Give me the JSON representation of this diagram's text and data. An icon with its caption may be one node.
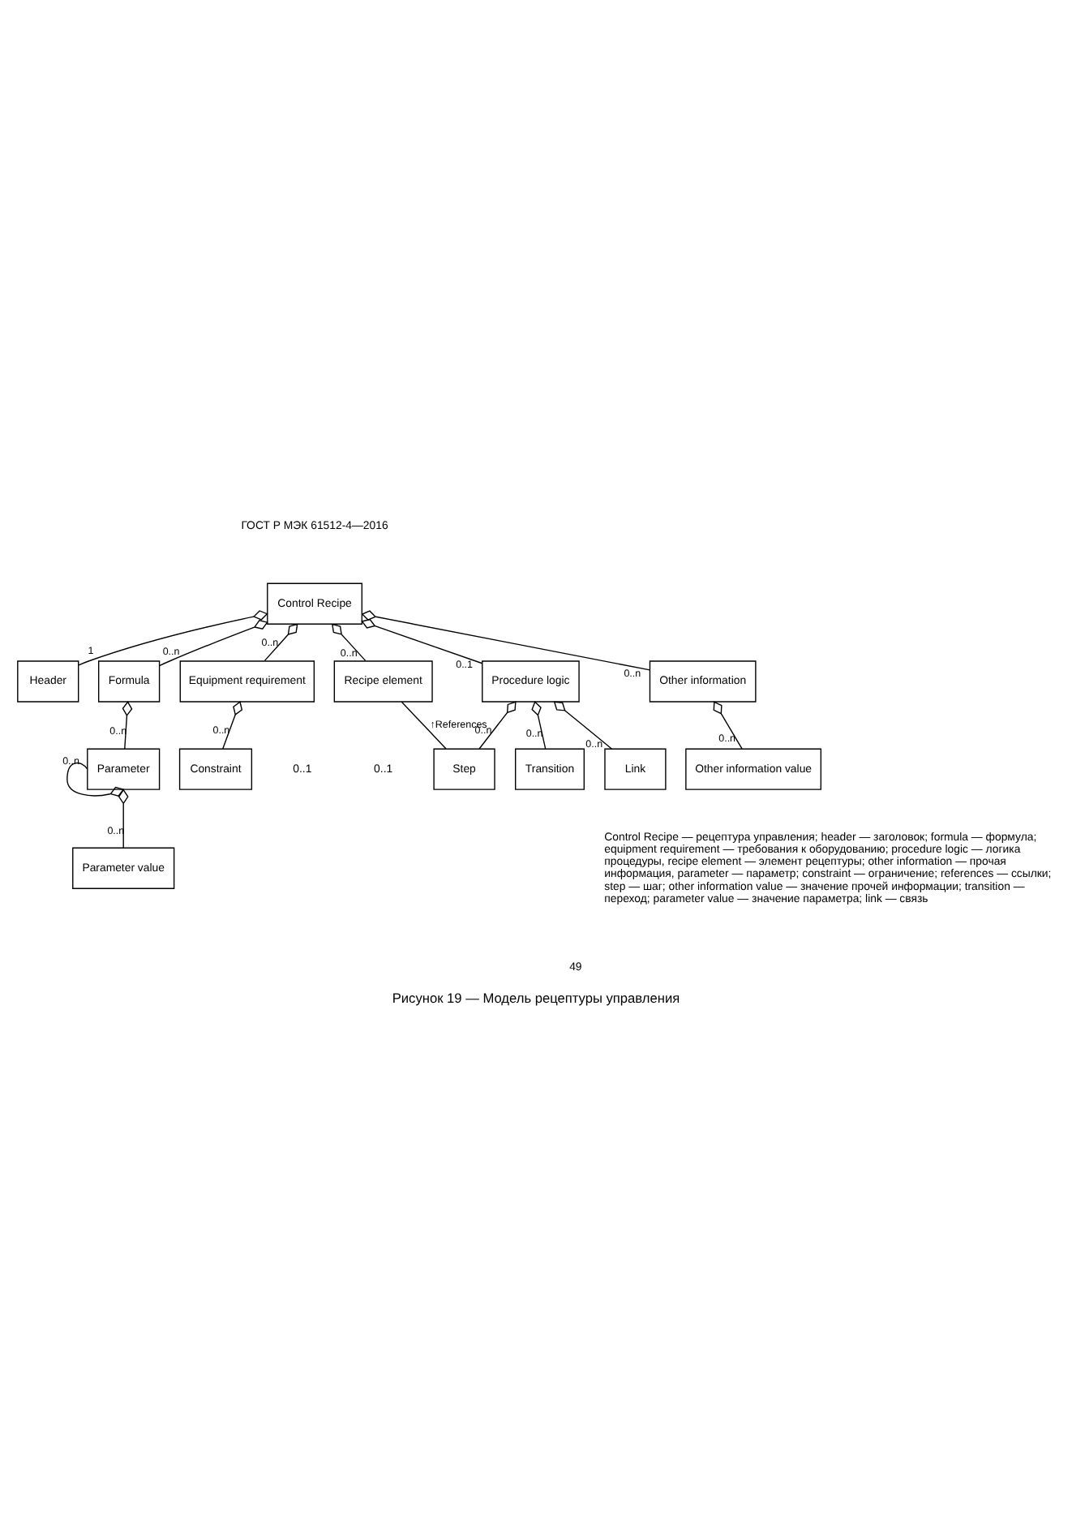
{
  "diagram": {
    "caption": "Рисунок 19 — Модель рецептуры управления",
    "nodes": [
      {
        "text": [
          "Control Recipe"
        ]
      },
      {
        "text": [
          "Header"
        ]
      },
      {
        "text": [
          "Formula"
        ]
      },
      {
        "text": [
          "Equipment requirement"
        ]
      },
      {
        "text": [
          "Procedure logic"
        ]
      },
      {
        "text": [
          "Recipe element"
        ]
      },
      {
        "text": [
          "Other information"
        ]
      },
      {
        "text": [
          "Parameter"
        ]
      },
      {
        "text": [
          "Constraint"
        ]
      },
      {
        "text": [
          "Step"
        ]
      },
      {
        "text": [
          "Transition"
        ]
      },
      {
        "text": [
          "Link"
        ]
      },
      {
        "text": [
          "Parameter value"
        ]
      },
      {
        "text": [
          "Other information value"
        ]
      }
    ],
    "edges": [
      {
        "from": 0,
        "to": 1,
        "arrow": "other",
        "label": "1"
      },
      {
        "from": 0,
        "to": 2,
        "arrow": "other",
        "label": "0..n"
      },
      {
        "from": 0,
        "to": 3,
        "arrow": "other",
        "label": "0..n"
      },
      {
        "from": 0,
        "to": 4,
        "arrow": "other",
        "label": "0..1"
      },
      {
        "from": 0,
        "to": 5,
        "arrow": "other",
        "label": "0..n"
      },
      {
        "from": 0,
        "to": 6,
        "arrow": "other",
        "label": "0..n"
      },
      {
        "from": 2,
        "to": 7,
        "arrow": "other",
        "label": "0..n"
      },
      {
        "from": 3,
        "to": 8,
        "arrow": "other",
        "label": "0..n"
      },
      {
        "from": 4,
        "to": 9,
        "arrow": "other",
        "label": "0..n"
      },
      {
        "from": 4,
        "to": 10,
        "arrow": "other",
        "label": "0..n"
      },
      {
        "from": 4,
        "to": 11,
        "arrow": "other",
        "label": "0..n"
      },
      {
        "from": 5,
        "to": 9,
        "arrow": "none",
        "label": "↑References"
      },
      {
        "from": 6,
        "to": 13,
        "arrow": "other",
        "label": "0..n"
      },
      {
        "from": 7,
        "to": 7,
        "arrow": "other",
        "label": "0..n"
      },
      {
        "from": 7,
        "to": 12,
        "arrow": "other",
        "label": "0..n"
      }
    ],
    "labels": [
      "ГОСТ Р МЭК 61512-4—2016",
      "0..1",
      "0..1",
      "Control Recipe — рецептура управления; header — заголовок; formula — формула; equipment requirement — требования к оборудованию; procedure logic — логика процедуры, recipe element — элемент рецептуры; other information — прочая информация, parameter — параметр; constraint — ограничение; references — ссылки; step — шаг; other information value — значение прочей информации; transition — переход; parameter value — значение параметра; link — связь",
      "49"
    ]
  }
}
